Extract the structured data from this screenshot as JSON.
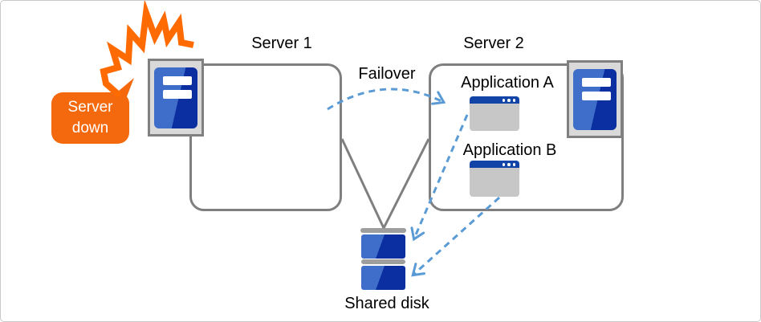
{
  "diagram": {
    "type": "failover-architecture",
    "description": "Two clustered servers with shared disk; Server 1 is down and applications fail over to Server 2"
  },
  "callout": {
    "line1": "Server",
    "line2": "down"
  },
  "labels": {
    "server1": "Server 1",
    "server2": "Server 2",
    "failover": "Failover",
    "app_a": "Application A",
    "app_b": "Application B",
    "shared_disk": "Shared disk"
  },
  "nodes": [
    {
      "id": "server1",
      "label": "Server 1",
      "status": "down"
    },
    {
      "id": "server2",
      "label": "Server 2",
      "status": "up",
      "contains": [
        "Application A",
        "Application B"
      ]
    },
    {
      "id": "shared_disk",
      "label": "Shared disk"
    }
  ],
  "edges": [
    {
      "from": "server1",
      "to": "server2",
      "label": "Failover",
      "style": "dashed-arrow",
      "color": "#5B9BD5"
    },
    {
      "from": "app_a",
      "to": "shared_disk",
      "label": "",
      "style": "dashed-arrow",
      "color": "#5B9BD5"
    },
    {
      "from": "app_b",
      "to": "shared_disk",
      "label": "",
      "style": "dashed-arrow",
      "color": "#5B9BD5"
    },
    {
      "from": "server1",
      "to": "shared_disk",
      "label": "",
      "style": "solid-line",
      "color": "#7F7F7F"
    },
    {
      "from": "server2",
      "to": "shared_disk",
      "label": "",
      "style": "solid-line",
      "color": "#7F7F7F"
    }
  ],
  "icons": [
    {
      "name": "explosion-icon",
      "color": "#FF6B00"
    },
    {
      "name": "server-icon",
      "colors": [
        "#3E6EC9",
        "#0B2EA0",
        "#D9D9D9"
      ]
    },
    {
      "name": "app-window-icon",
      "colors": [
        "#1244A8",
        "#C7C7C7"
      ]
    },
    {
      "name": "shared-disk-icon",
      "colors": [
        "#3E6EC9",
        "#0B2EA0",
        "#9E9E9E"
      ]
    }
  ],
  "colors": {
    "orange_callout": "#F4690E",
    "orange_burst": "#FF6B00",
    "blue_light": "#3E6EC9",
    "blue_dark": "#0B2EA0",
    "titlebar_blue": "#1244A8",
    "arrow_blue": "#5B9BD5",
    "line_gray": "#7F7F7F",
    "border_gray": "#C9C9C9"
  }
}
